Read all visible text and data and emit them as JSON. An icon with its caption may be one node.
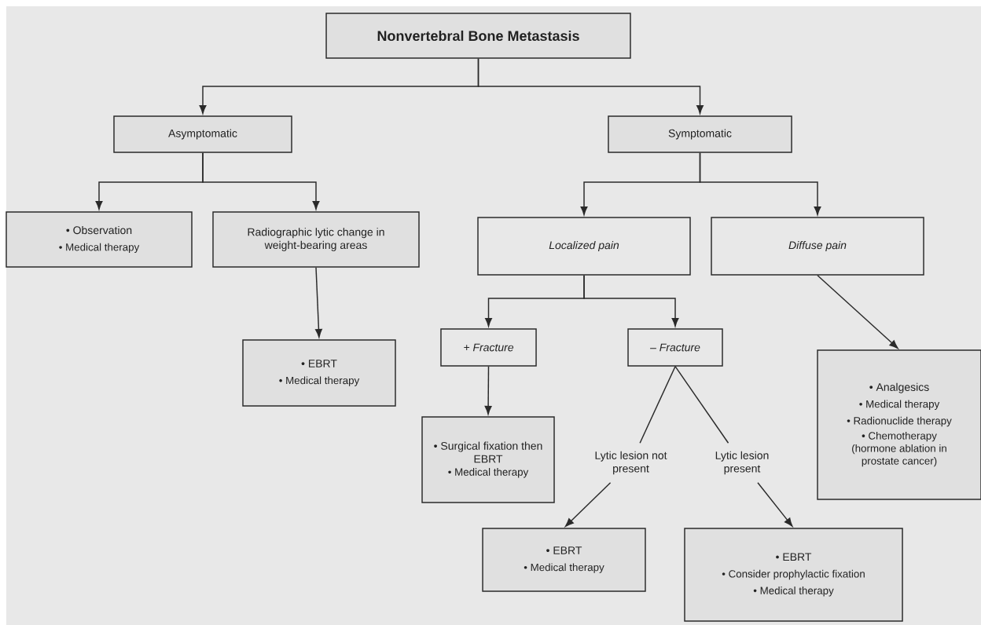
{
  "diagram": {
    "nodes": [
      {
        "text": [
          "Nonvertebral Bone Metastasis"
        ]
      },
      {
        "text": [
          "Asymptomatic"
        ]
      },
      {
        "text": [
          "Symptomatic"
        ]
      },
      {
        "text": [
          "• Observation",
          "• Medical therapy"
        ]
      },
      {
        "text": [
          "Radiographic lytic change in weight-bearing areas"
        ]
      },
      {
        "text": [
          "Localized pain"
        ]
      },
      {
        "text": [
          "Diffuse pain"
        ]
      },
      {
        "text": [
          "• EBRT",
          "• Medical therapy"
        ]
      },
      {
        "text": [
          "+ Fracture"
        ]
      },
      {
        "text": [
          "– Fracture"
        ]
      },
      {
        "text": [
          "• Analgesics",
          "• Medical therapy",
          "• Radionuclide therapy",
          "• Chemotherapy (hormone ablation in prostate cancer)"
        ]
      },
      {
        "text": [
          "• Surgical fixation then EBRT",
          "• Medical therapy"
        ]
      },
      {
        "text": [
          "Lytic lesion not present"
        ]
      },
      {
        "text": [
          "Lytic lesion present"
        ]
      },
      {
        "text": [
          "• EBRT",
          "• Medical therapy"
        ]
      },
      {
        "text": [
          "• EBRT",
          "• Consider prophylactic fixation",
          "• Medical therapy"
        ]
      }
    ],
    "edges": [
      {
        "from": 0,
        "to": 1,
        "arrow": "to"
      },
      {
        "from": 0,
        "to": 2,
        "arrow": "to"
      },
      {
        "from": 1,
        "to": 3,
        "arrow": "to"
      },
      {
        "from": 1,
        "to": 4,
        "arrow": "to"
      },
      {
        "from": 2,
        "to": 5,
        "arrow": "to"
      },
      {
        "from": 2,
        "to": 6,
        "arrow": "to"
      },
      {
        "from": 4,
        "to": 7,
        "arrow": "to"
      },
      {
        "from": 5,
        "to": 8,
        "arrow": "to"
      },
      {
        "from": 5,
        "to": 9,
        "arrow": "to"
      },
      {
        "from": 6,
        "to": 10,
        "arrow": "to"
      },
      {
        "from": 8,
        "to": 11,
        "arrow": "to"
      },
      {
        "from": 9,
        "to": 12,
        "arrow": "none"
      },
      {
        "from": 9,
        "to": 13,
        "arrow": "none"
      },
      {
        "from": 12,
        "to": 14,
        "arrow": "to"
      },
      {
        "from": 13,
        "to": 15,
        "arrow": "to"
      }
    ]
  }
}
